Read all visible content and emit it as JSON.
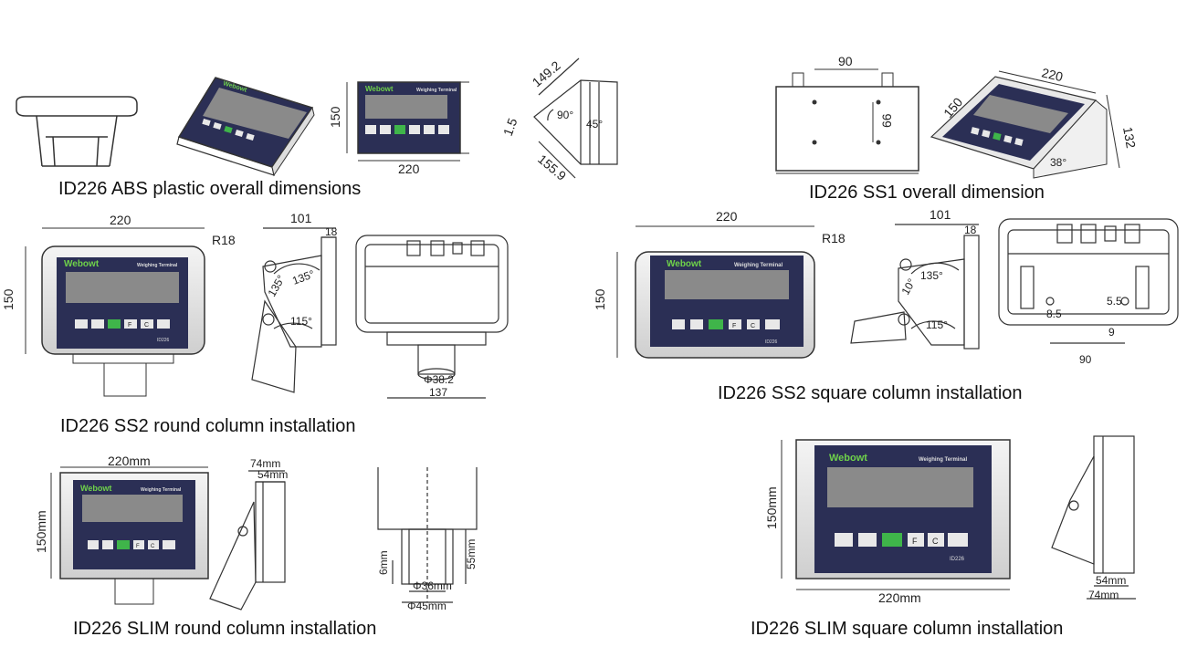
{
  "colors": {
    "panel": "#2b2f55",
    "display": "#8a8a8a",
    "key": "#e8e8e8",
    "key_green": "#3fb54a",
    "brand_green": "#6fd24a",
    "line": "#333333"
  },
  "icons": [
    "power-key-icon",
    "zero-key-icon",
    "tare-key-icon"
  ],
  "captions": {
    "abs": "ID226 ABS plastic overall dimensions",
    "ss1": "ID226 SS1 overall dimension",
    "ss2_round": "ID226 SS2 round column installation",
    "ss2_square": "ID226 SS2 square column installation",
    "slim_round": "ID226 SLIM round column installation",
    "slim_square": "ID226 SLIM square column installation"
  },
  "terminal": {
    "brand": "Webowt",
    "header": "Weighing Terminal",
    "model": "ID226",
    "key_f": "F",
    "key_c": "C"
  },
  "dims": {
    "abs_width": "220",
    "abs_height": "150",
    "abs_diag1": "149.2",
    "abs_diag2": "155.9",
    "abs_side": "1.5",
    "abs_angle1": "90°",
    "abs_angle2": "45°",
    "ss1_top": "90",
    "ss1_holes": "66",
    "ss1_width": "220",
    "ss1_height": "150",
    "ss1_depth": "132",
    "ss1_angle": "38°",
    "ss2r_width": "220",
    "ss2r_radius": "R18",
    "ss2r_height": "150",
    "ss2r_depth": "101",
    "ss2r_thick": "18",
    "ss2r_a1": "135°",
    "ss2r_a2": "115°",
    "ss2r_a3": "135°",
    "ss2r_pipe": "Φ38.2",
    "ss2r_base": "137",
    "ss2s_width": "220",
    "ss2s_radius": "R18",
    "ss2s_height": "150",
    "ss2s_depth": "101",
    "ss2s_thick": "18",
    "ss2s_a1": "135°",
    "ss2s_a2": "115°",
    "ss2s_a3": "10°",
    "ss2s_h1": "8.5",
    "ss2s_h2": "5.5",
    "ss2s_h3": "9",
    "ss2s_base": "90",
    "slimr_width": "220mm",
    "slimr_height": "150mm",
    "slimr_d1": "74mm",
    "slimr_d2": "54mm",
    "slimr_h1": "6mm",
    "slimr_h2": "55mm",
    "slimr_p1": "Φ36mm",
    "slimr_p2": "Φ45mm",
    "slims_width": "220mm",
    "slims_height": "150mm",
    "slims_d1": "54mm",
    "slims_d2": "74mm"
  }
}
